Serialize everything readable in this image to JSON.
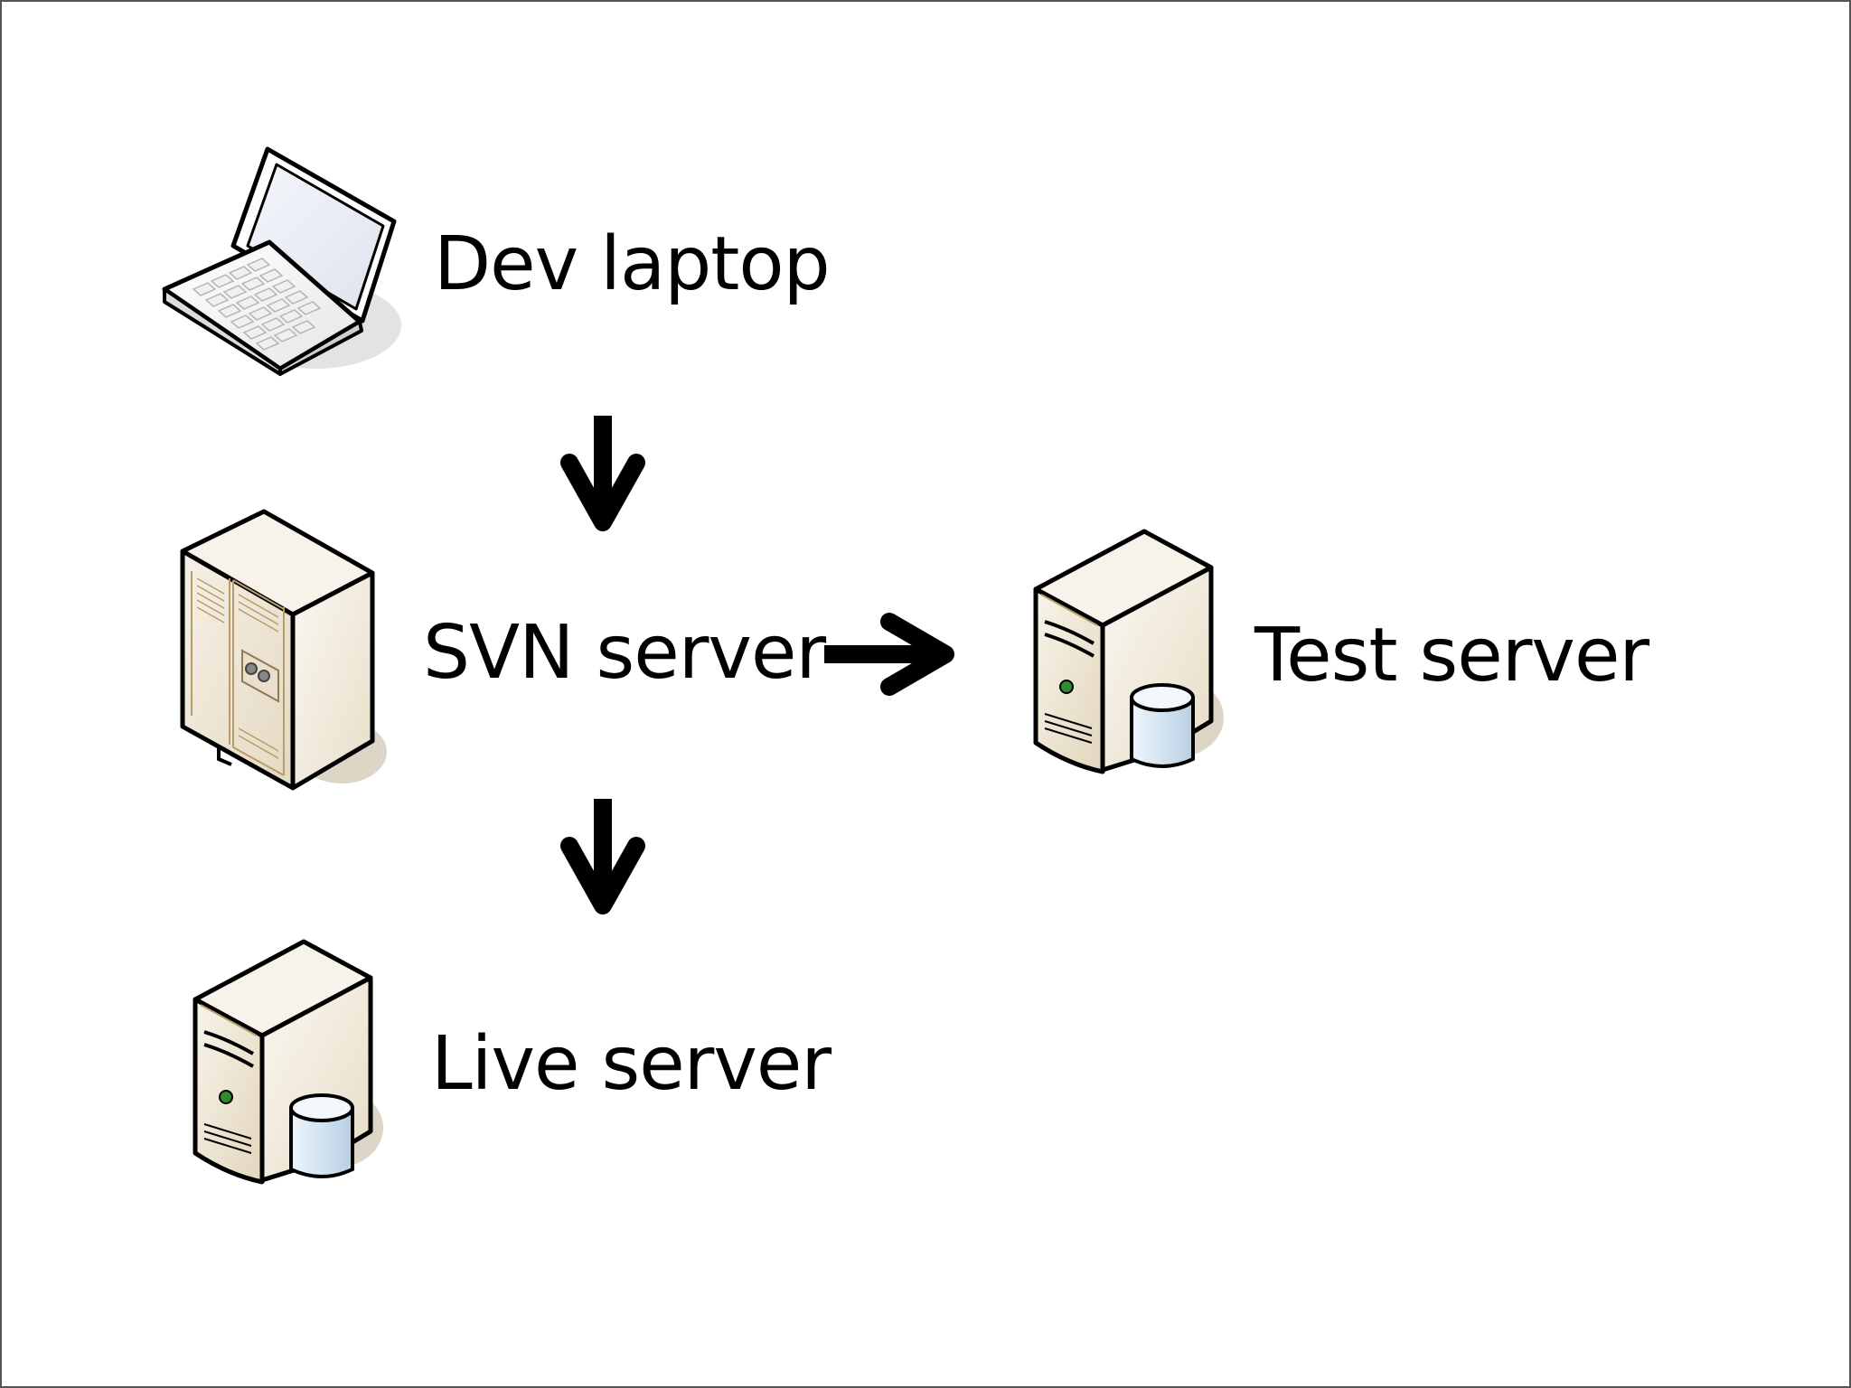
{
  "nodes": {
    "dev_laptop": {
      "label": "Dev laptop",
      "icon": "laptop-icon"
    },
    "svn_server": {
      "label": "SVN server",
      "icon": "server-cabinet-icon"
    },
    "test_server": {
      "label": "Test server",
      "icon": "database-server-icon"
    },
    "live_server": {
      "label": "Live server",
      "icon": "database-server-icon"
    }
  },
  "edges": [
    {
      "from": "dev_laptop",
      "to": "svn_server"
    },
    {
      "from": "svn_server",
      "to": "test_server"
    },
    {
      "from": "svn_server",
      "to": "live_server"
    }
  ],
  "colors": {
    "device_beige": "#efe8d8",
    "device_shadow": "#ddd6c6",
    "cylinder_blue": "#d6e6f2",
    "led_green": "#2e8b2e",
    "arrow": "#000000",
    "frame": "#555555"
  }
}
